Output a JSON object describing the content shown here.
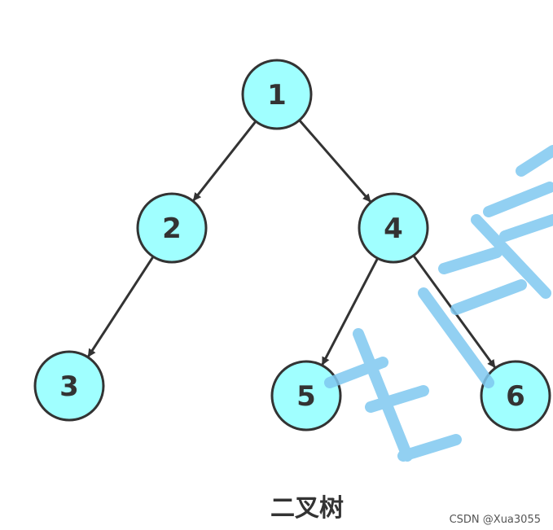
{
  "diagram": {
    "caption": "二叉树",
    "colors": {
      "node_fill": "#A0FFFF",
      "node_stroke": "#333333",
      "edge": "#333333",
      "watermark": "#7FC8F0"
    },
    "nodes": [
      {
        "id": "n1",
        "label": "1"
      },
      {
        "id": "n2",
        "label": "2"
      },
      {
        "id": "n4",
        "label": "4"
      },
      {
        "id": "n3",
        "label": "3"
      },
      {
        "id": "n5",
        "label": "5"
      },
      {
        "id": "n6",
        "label": "6"
      }
    ],
    "edges": [
      {
        "from": "n1",
        "to": "n2"
      },
      {
        "from": "n1",
        "to": "n4"
      },
      {
        "from": "n2",
        "to": "n3"
      },
      {
        "from": "n4",
        "to": "n5"
      },
      {
        "from": "n4",
        "to": "n6"
      }
    ],
    "watermark_text": "比特"
  },
  "credit": "CSDN @Xua3055"
}
